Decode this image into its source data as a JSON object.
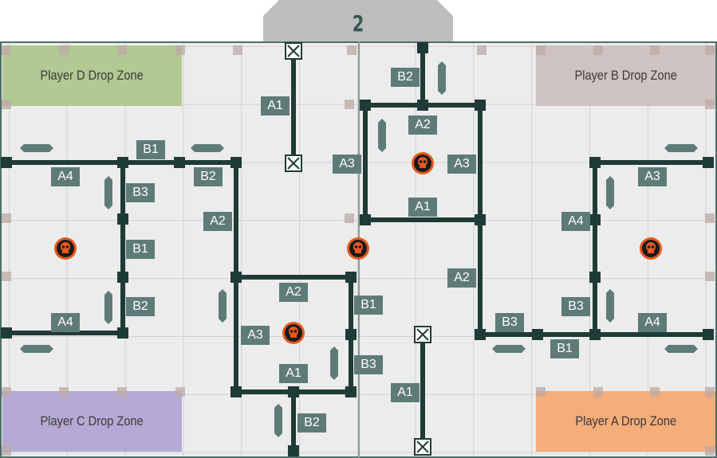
{
  "map_number": "2",
  "drop_zones": {
    "player_d": "Player D Drop Zone",
    "player_b": "Player B Drop Zone",
    "player_c": "Player C Drop Zone",
    "player_a": "Player A Drop Zone"
  },
  "zone_colors": {
    "player_d": "#b3c993",
    "player_b": "#cfc3c1",
    "player_c": "#b5aad5",
    "player_a": "#f5ad7a"
  },
  "colors": {
    "wall": "#1f3b35",
    "label_bg": "#5f7b77",
    "board_border": "#4d6f68",
    "objective": "#e8591c",
    "tab": "#bdbdbd"
  },
  "labels": {
    "left": [
      "A4",
      "B1",
      "B2",
      "B3",
      "B1",
      "B2",
      "A4"
    ],
    "center_left": [
      "A1",
      "A2",
      "A2",
      "A3",
      "A1",
      "B1",
      "B3",
      "B2"
    ],
    "center_right": [
      "B2",
      "A2",
      "A3",
      "A3",
      "A1",
      "A2",
      "A1"
    ],
    "right": [
      "A3",
      "A4",
      "B3",
      "B3",
      "A4",
      "B1"
    ]
  },
  "icons": {
    "objective_marker": "skull-icon",
    "wall_end": "cross-icon",
    "barricade": "barricade-icon"
  }
}
